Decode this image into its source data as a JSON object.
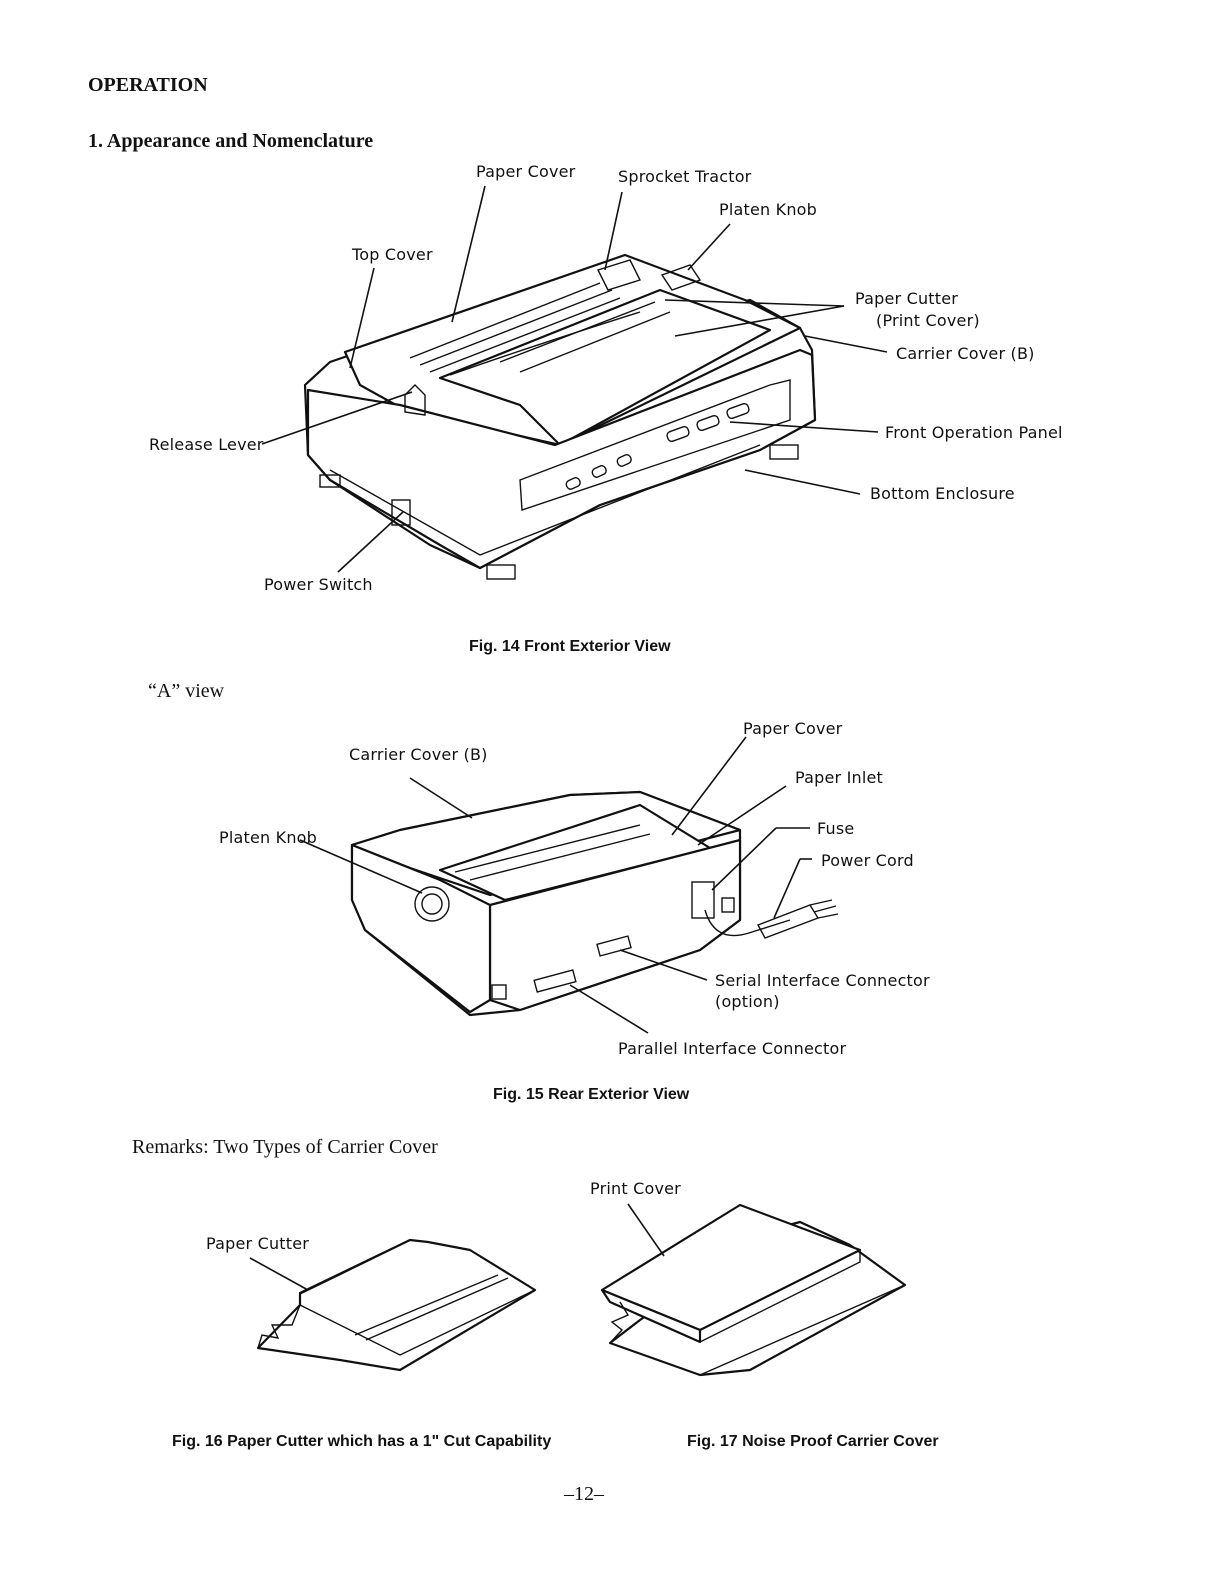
{
  "section": "OPERATION",
  "heading": "1. Appearance and Nomenclature",
  "fig14": {
    "labels": {
      "paper_cover": "Paper Cover",
      "sprocket_tractor": "Sprocket Tractor",
      "platen_knob": "Platen Knob",
      "top_cover": "Top Cover",
      "paper_cutter": "Paper Cutter",
      "print_cover": "(Print Cover)",
      "carrier_cover_b": "Carrier Cover (B)",
      "release_lever": "Release Lever",
      "front_operation_panel": "Front Operation Panel",
      "bottom_enclosure": "Bottom Enclosure",
      "power_switch": "Power Switch"
    },
    "caption": "Fig. 14  Front Exterior View"
  },
  "a_view": "“A” view",
  "fig15": {
    "labels": {
      "paper_cover": "Paper Cover",
      "carrier_cover_b": "Carrier Cover (B)",
      "paper_inlet": "Paper Inlet",
      "fuse": "Fuse",
      "platen_knob": "Platen Knob",
      "power_cord": "Power Cord",
      "serial_interface": "Serial Interface Connector",
      "serial_option": "(option)",
      "parallel_interface": "Parallel Interface Connector"
    },
    "caption": "Fig. 15  Rear Exterior View"
  },
  "remarks": "Remarks:  Two Types of Carrier Cover",
  "fig16": {
    "label": "Paper Cutter",
    "caption": "Fig. 16  Paper Cutter which has a 1\" Cut Capability"
  },
  "fig17": {
    "label": "Print Cover",
    "caption": "Fig. 17  Noise Proof Carrier Cover"
  },
  "page_number": "–12–"
}
